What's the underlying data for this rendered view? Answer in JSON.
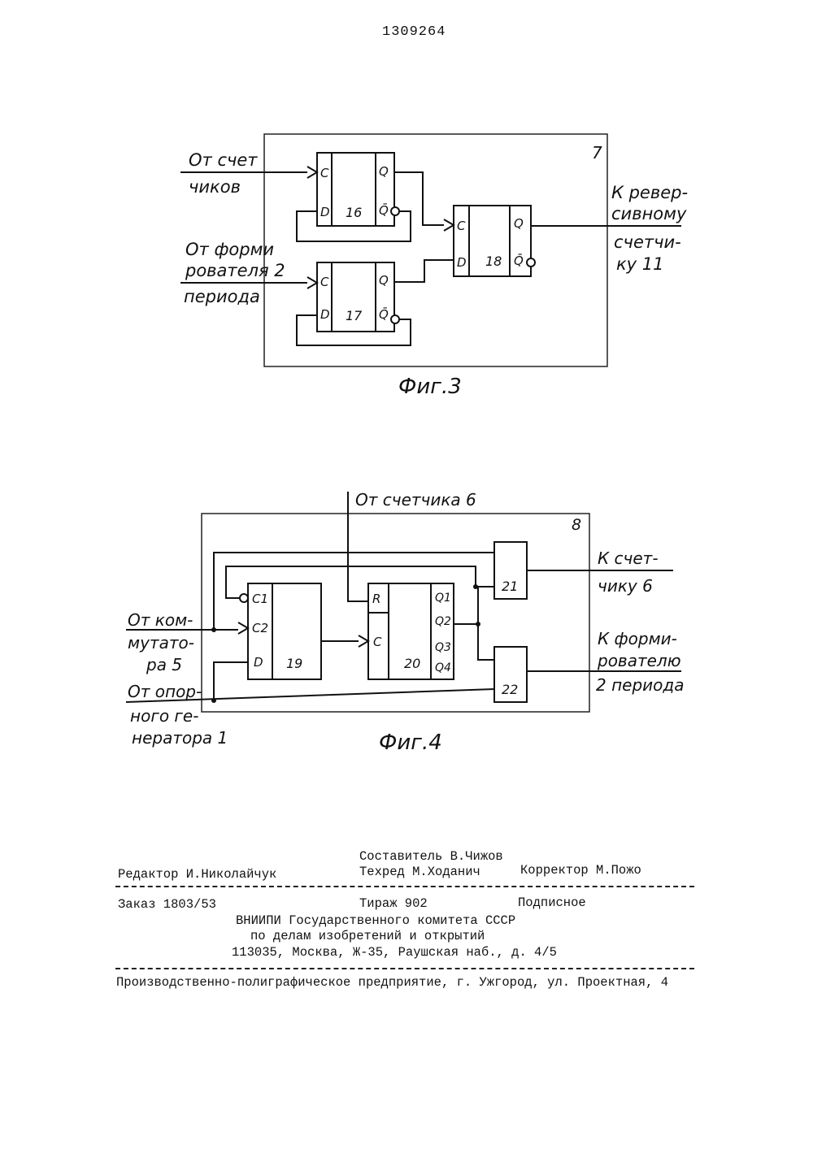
{
  "header": {
    "document_number": "1309264"
  },
  "fig3": {
    "caption": "Фиг.3",
    "block_number": "7",
    "input1_label": [
      "От счет",
      "чиков"
    ],
    "input2_label": [
      "От форми",
      "рователя 2",
      "периода"
    ],
    "output_label": [
      "К ревер-",
      "сивному",
      "счетчи-",
      "ку 11"
    ],
    "trigger16": {
      "number": "16",
      "pins": [
        "C",
        "D",
        "Q",
        "Q̄"
      ]
    },
    "trigger17": {
      "number": "17",
      "pins": [
        "C",
        "D",
        "Q",
        "Q̄"
      ]
    },
    "trigger18": {
      "number": "18",
      "pins": [
        "C",
        "D",
        "Q",
        "Q̄"
      ]
    }
  },
  "fig4": {
    "caption": "Фиг.4",
    "block_number": "8",
    "top_input_label": "От счетчика 6",
    "left_input1_label": [
      "От ком-",
      "мутато-",
      "ра 5"
    ],
    "left_input2_label": [
      "От опор-",
      "ного ге-",
      "нератора 1"
    ],
    "output1_label": [
      "К счет-",
      "чику 6"
    ],
    "output2_label": [
      "К форми-",
      "рователю",
      "2 периода"
    ],
    "block19": {
      "number": "19",
      "pins": [
        "C1",
        "C2",
        "D"
      ]
    },
    "block20": {
      "number": "20",
      "pins": [
        "R",
        "C",
        "Q1",
        "Q2",
        "Q3",
        "Q4"
      ]
    },
    "gate21": {
      "number": "21"
    },
    "gate22": {
      "number": "22"
    }
  },
  "imprint": {
    "compiler": "Составитель В.Чижов",
    "editor": "Редактор И.Николайчук",
    "techred": "Техред М.Ходанич",
    "corrector": "Корректор М.Пожо",
    "order": "Заказ 1803/53",
    "circulation": "Тираж 902",
    "subscription": "Подписное",
    "org_line1": "ВНИИПИ Государственного комитета СССР",
    "org_line2": "по делам изобретений и открытий",
    "address": "113035, Москва, Ж-35, Раушская наб., д. 4/5",
    "printer": "Производственно-полиграфическое предприятие, г. Ужгород, ул. Проектная, 4"
  }
}
